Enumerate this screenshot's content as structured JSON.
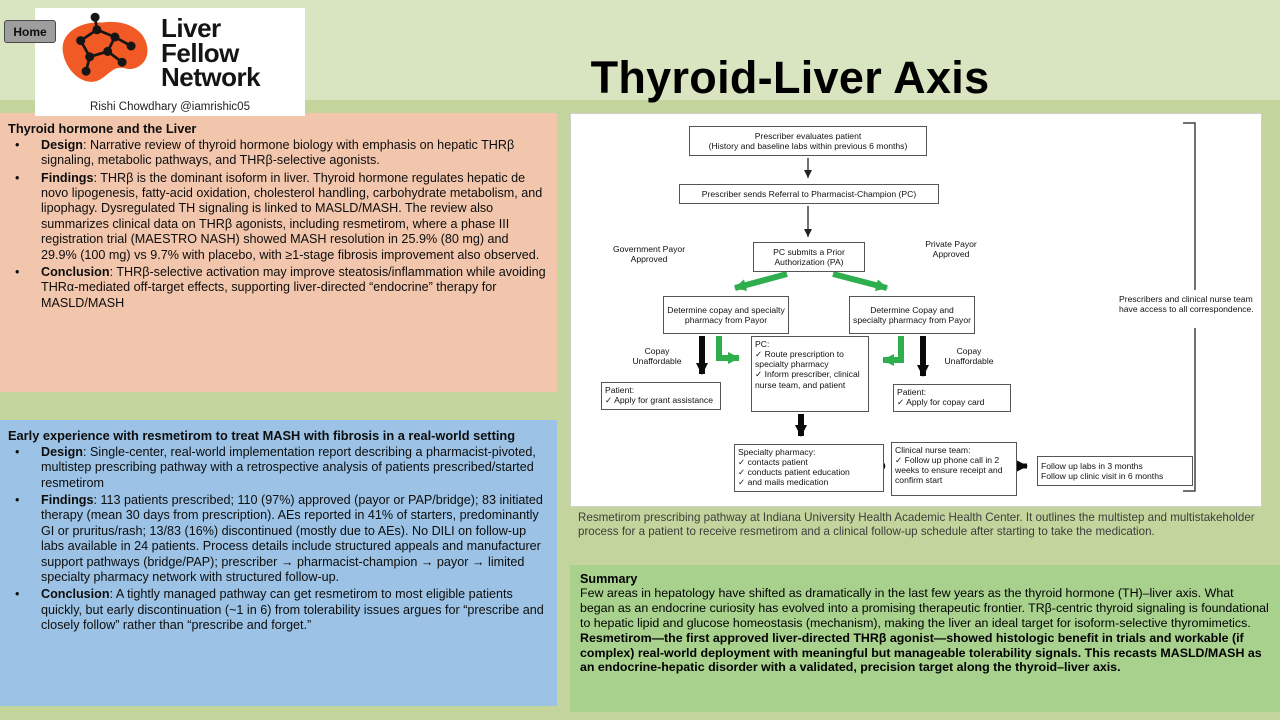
{
  "ui": {
    "bullet": "•"
  },
  "header": {
    "home_label": "Home",
    "brand_lines": [
      "Liver",
      "Fellow",
      "Network"
    ],
    "byline": "Rishi Chowdhary @iamrishic05",
    "title": "Thyroid-Liver Axis"
  },
  "colors": {
    "background": "#c3d59d",
    "header_band": "#d9e5c0",
    "panel_salmon": "#f2c6ac",
    "panel_blue": "#9cc3e5",
    "summary_green": "#a9d18e",
    "arrow_green": "#2fae4e",
    "logo_orange": "#f15a24"
  },
  "panel_thyroid": {
    "heading": "Thyroid hormone and the Liver",
    "bullets": [
      {
        "label": "Design",
        "text": ": Narrative review of thyroid hormone biology with emphasis on hepatic THRβ signaling, metabolic pathways, and THRβ-selective agonists."
      },
      {
        "label": "Findings",
        "text": ": THRβ is the dominant isoform in liver. Thyroid hormone regulates hepatic de novo lipogenesis, fatty-acid oxidation, cholesterol handling, carbohydrate metabolism, and lipophagy. Dysregulated TH signaling is linked to MASLD/MASH. The review also summarizes clinical data on THRβ agonists, including resmetirom, where a phase III registration trial (MAESTRO NASH) showed MASH resolution in 25.9% (80 mg) and 29.9% (100 mg) vs 9.7% with placebo, with ≥1-stage fibrosis improvement also observed."
      },
      {
        "label": "Conclusion",
        "text": ": THRβ-selective activation may improve steatosis/inflammation while avoiding THRα-mediated off-target effects, supporting liver-directed “endocrine” therapy for MASLD/MASH"
      }
    ]
  },
  "panel_resmetirom": {
    "heading": "Early experience with resmetirom to treat MASH with fibrosis in a real-world setting",
    "bullets": [
      {
        "label": "Design",
        "text": ": Single-center, real-world implementation report describing a pharmacist-pivoted, multistep prescribing pathway with a retrospective analysis of patients prescribed/started resmetirom"
      },
      {
        "label": "Findings",
        "text": ": 113 patients prescribed; 110 (97%) approved (payor or PAP/bridge); 83 initiated therapy (mean 30 days from prescription). AEs reported in 41% of starters, predominantly GI or pruritus/rash; 13/83 (16%) discontinued (mostly due to AEs). No DILI on follow-up labs available in 24 patients. Process details include structured appeals and manufacturer support pathways (bridge/PAP); prescriber → pharmacist-champion → payor → limited specialty pharmacy network with structured follow-up."
      },
      {
        "label": "Conclusion",
        "text": ": A tightly managed pathway can get resmetirom to most eligible patients quickly, but early discontinuation (~1 in 6) from tolerability issues argues for “prescribe and closely follow” rather than “prescribe and forget.”"
      }
    ]
  },
  "flowchart": {
    "caption": "Resmetirom prescribing pathway at Indiana University Health Academic Health Center. It outlines the multistep and multistakeholder process for a patient to receive resmetirom and a clinical follow-up schedule after starting to take the medication.",
    "nodes": {
      "evaluate": {
        "line1": "Prescriber evaluates patient",
        "line2": "(History and baseline labs within previous 6 months)"
      },
      "referral": "Prescriber sends Referral to Pharmacist-Champion (PC)",
      "pa": "PC submits a Prior Authorization (PA)",
      "gov_approved": "Government Payor Approved",
      "private_approved": "Private Payor Approved",
      "determine_left": "Determine copay and specialty pharmacy from Payor",
      "determine_right": "Determine Copay and specialty pharmacy from Payor",
      "side_note": "Prescribers and clinical nurse team have access to all correspondence.",
      "pc_route": {
        "title": "PC:",
        "items": [
          "✓ Route prescription to specialty pharmacy",
          "✓ Inform prescriber, clinical nurse team, and patient"
        ]
      },
      "copay_left": "Copay Unaffordable",
      "copay_right": "Copay Unaffordable",
      "patient_grant": {
        "title": "Patient:",
        "items": [
          "✓ Apply for grant assistance"
        ]
      },
      "patient_copay": {
        "title": "Patient:",
        "items": [
          "✓ Apply for copay card"
        ]
      },
      "specialty": {
        "title": "Specialty pharmacy:",
        "items": [
          "✓ contacts patient",
          "✓ conducts patient education",
          "✓ and mails medication"
        ]
      },
      "nurse": {
        "title": "Clinical nurse team:",
        "items": [
          "✓ Follow up phone call in 2 weeks to ensure receipt and confirm start"
        ]
      },
      "followup": {
        "line1": "Follow up labs in 3 months",
        "line2": "Follow up clinic visit in 6 months"
      }
    }
  },
  "summary": {
    "heading": "Summary",
    "lead": "Few areas in hepatology have shifted as dramatically in the last few years as the thyroid hormone (TH)–liver axis. What began as an endocrine curiosity has evolved into a promising therapeutic frontier. TRβ-centric thyroid signaling is foundational to hepatic lipid and glucose homeostasis (mechanism), making the liver an ideal target for isoform-selective thyromimetics. ",
    "emphasis": "Resmetirom—the first approved liver-directed THRβ agonist—showed histologic benefit in trials and workable (if complex) real-world deployment with meaningful but manageable tolerability signals. This recasts MASLD/MASH as an endocrine-hepatic disorder with a validated, precision target along the thyroid–liver axis."
  }
}
